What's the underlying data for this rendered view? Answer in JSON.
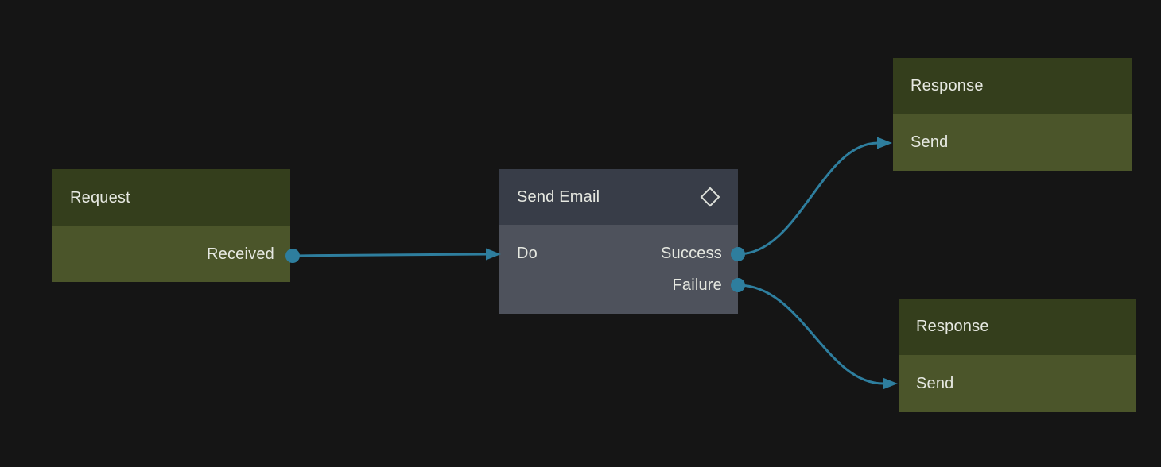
{
  "colors": {
    "canvas_background": "#151515",
    "edge": "#2e7e9e",
    "port_dot": "#2e7e9e",
    "trigger_header_green": "#343e1c",
    "trigger_body_green": "#4b552a",
    "action_header_gray": "#383d48",
    "action_body_gray": "#4e525c",
    "node_text": "#e6e8e1"
  },
  "nodes": {
    "request": {
      "title": "Request",
      "ports": {
        "received": "Received"
      }
    },
    "send_email": {
      "title": "Send Email",
      "header_icon": "diamond-icon",
      "ports": {
        "do": "Do",
        "success": "Success",
        "failure": "Failure"
      }
    },
    "response_success": {
      "title": "Response",
      "ports": {
        "send": "Send"
      }
    },
    "response_failure": {
      "title": "Response",
      "ports": {
        "send": "Send"
      }
    }
  },
  "edges": [
    {
      "from": "Request.Received",
      "to": "Send Email.Do"
    },
    {
      "from": "Send Email.Success",
      "to": "Response.Send (top)"
    },
    {
      "from": "Send Email.Failure",
      "to": "Response.Send (bottom)"
    }
  ]
}
